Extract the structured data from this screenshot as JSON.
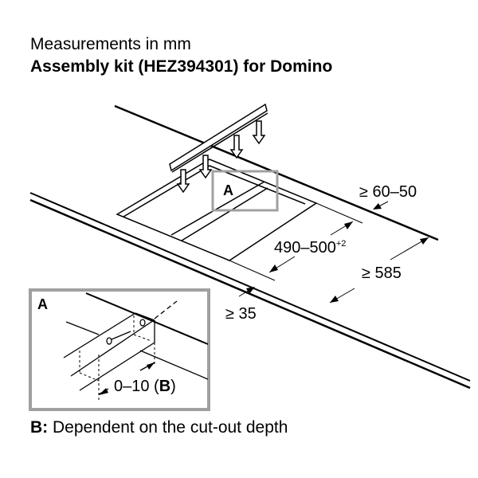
{
  "header": {
    "line1": "Measurements in mm",
    "line2": "Assembly kit (HEZ394301) for Domino"
  },
  "dimensions": {
    "rear_distance": "≥ 60–50",
    "cutout_width": "490–500",
    "cutout_width_tolerance": "+2",
    "depth": "≥ 585",
    "front_distance": "≥ 35"
  },
  "detail": {
    "marker": "A",
    "inset_label": "A",
    "offset_value": "0–10 (",
    "offset_ref": "B",
    "offset_close": ")"
  },
  "footnote": {
    "key": "B:",
    "text": " Dependent on the cut-out depth"
  },
  "colors": {
    "line": "#000000",
    "frame": "#a0a0a0"
  }
}
